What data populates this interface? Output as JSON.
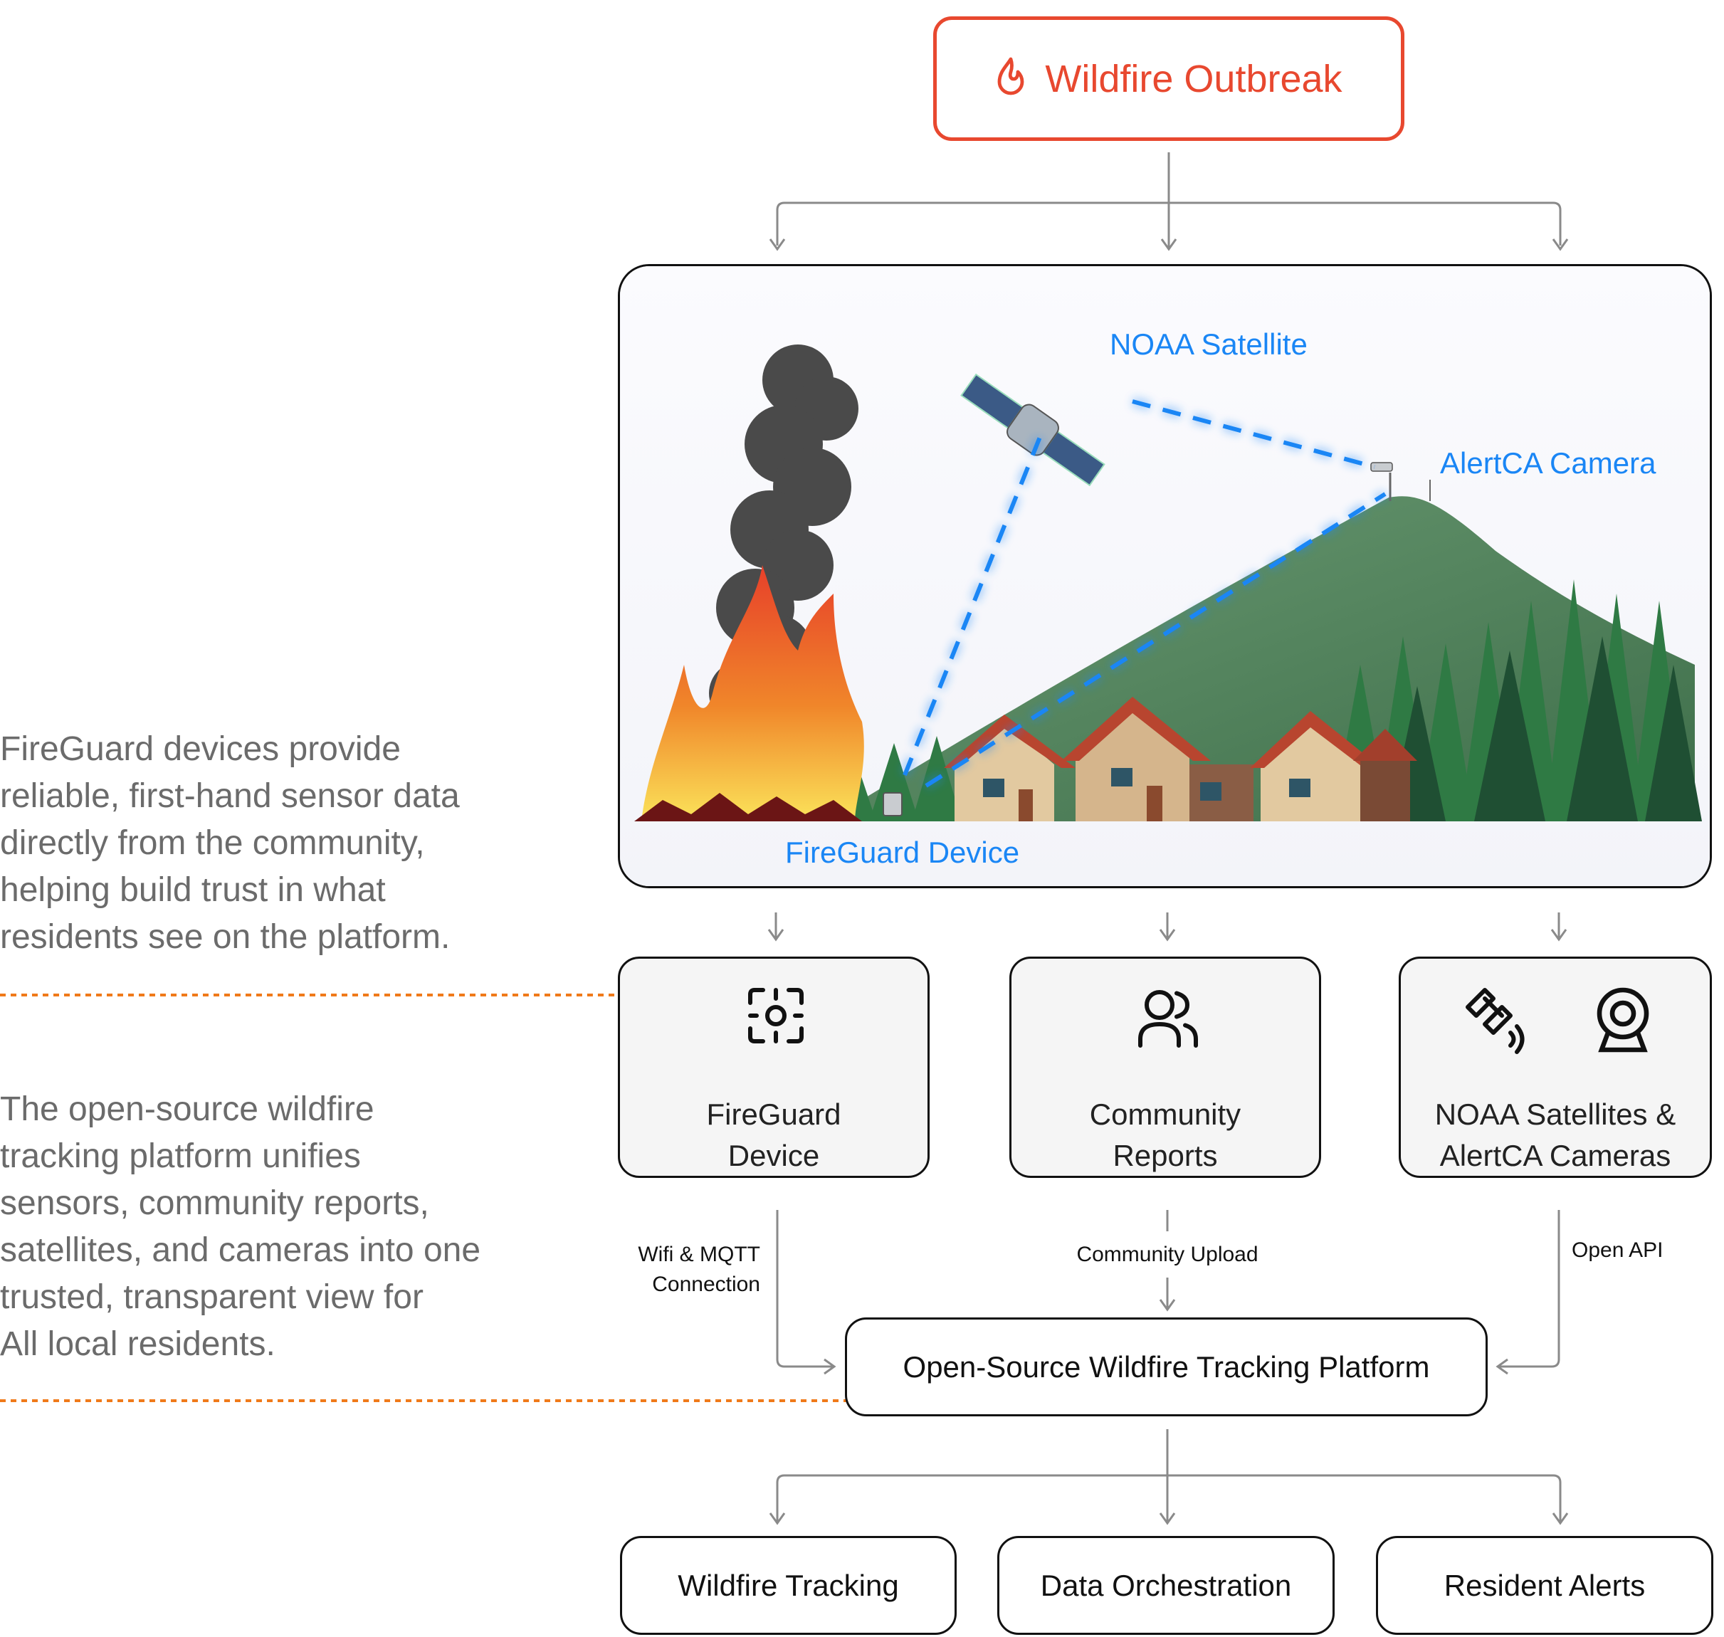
{
  "header": {
    "title": "Wildfire Outbreak",
    "icon": "flame-icon",
    "accent": "#e8482f"
  },
  "scene": {
    "labels": {
      "satellite": "NOAA Satellite",
      "camera": "AlertCA Camera",
      "device": "FireGuard Device"
    },
    "label_color": "#1a86f5"
  },
  "sources": [
    {
      "label_line1": "FireGuard",
      "label_line2": "Device",
      "icon": "sensor-scan-icon"
    },
    {
      "label_line1": "Community",
      "label_line2": "Reports",
      "icon": "users-icon"
    },
    {
      "label_line1": "NOAA Satellites &",
      "label_line2": "AlertCA Cameras",
      "icons": [
        "satellite-icon",
        "webcam-icon"
      ]
    }
  ],
  "connectors": {
    "left_line1": "Wifi & MQTT",
    "left_line2": "Connection",
    "center": "Community Upload",
    "right": "Open API"
  },
  "platform": {
    "label": "Open-Source Wildfire Tracking Platform"
  },
  "outputs": [
    {
      "label": "Wildfire Tracking"
    },
    {
      "label": "Data Orchestration"
    },
    {
      "label": "Resident Alerts"
    }
  ],
  "annotations": [
    {
      "text": "FireGuard devices provide reliable, first-hand sensor data directly from the community, helping build trust in what residents see on the platform.",
      "lines": [
        "FireGuard devices provide",
        "reliable, first-hand sensor data",
        "directly from the community,",
        "helping build trust in what",
        "residents see on the platform."
      ]
    },
    {
      "text": "The open-source wildfire tracking platform unifies sensors, community reports, satellites, and cameras into one trusted, transparent view for All local residents.",
      "lines": [
        "The open-source wildfire",
        "tracking platform unifies",
        "sensors, community reports,",
        "satellites, and cameras into one",
        "trusted, transparent view for",
        "All local residents."
      ]
    }
  ],
  "annotation_color": "#f07a1a"
}
